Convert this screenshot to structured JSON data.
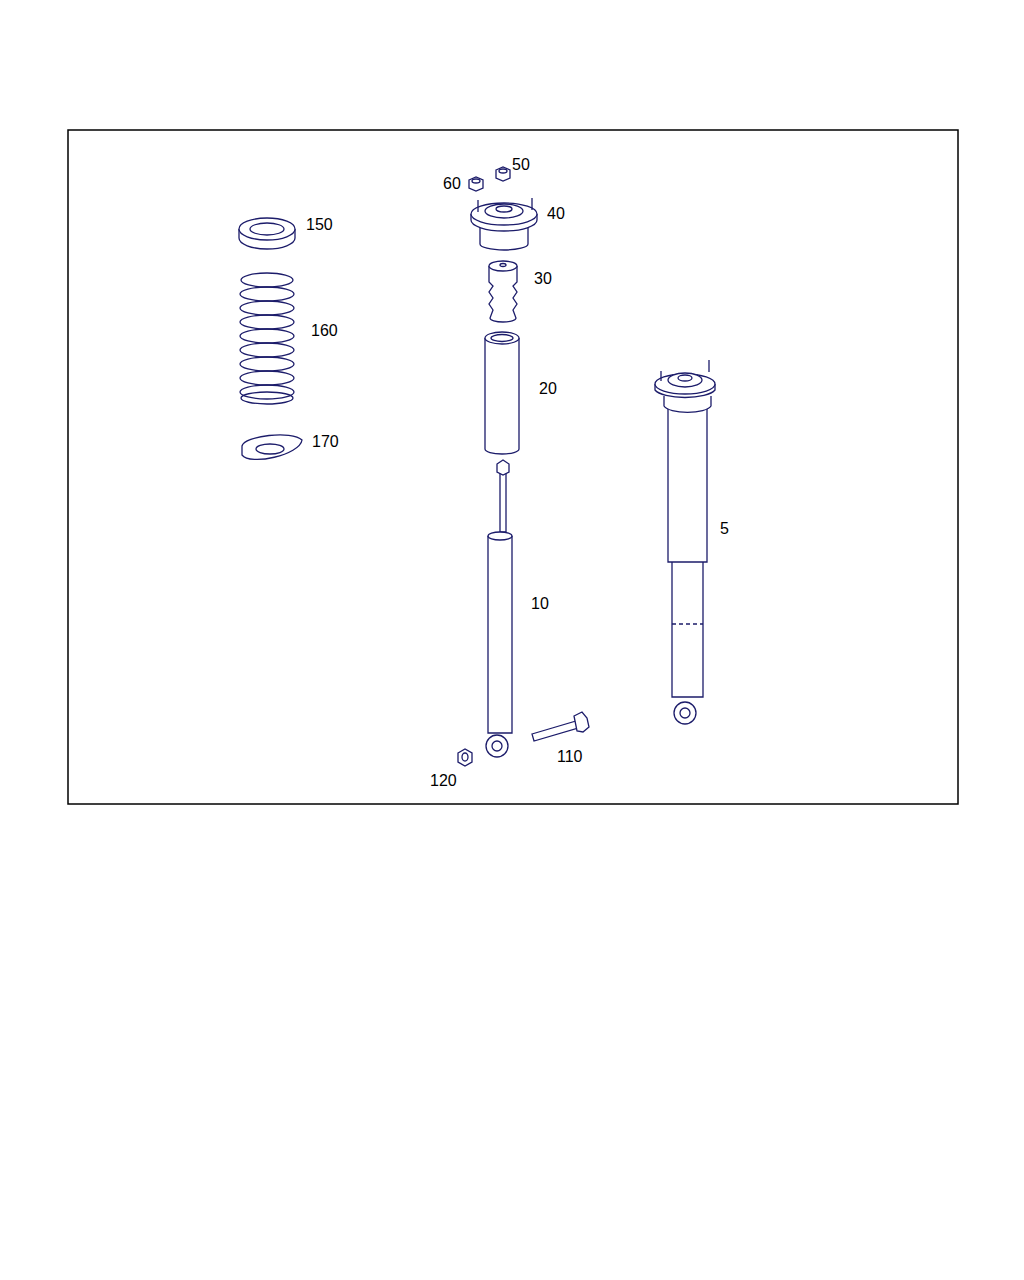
{
  "diagram": {
    "labels": [
      "50",
      "60",
      "40",
      "150",
      "30",
      "160",
      "20",
      "170",
      "5",
      "10",
      "110",
      "120"
    ]
  }
}
